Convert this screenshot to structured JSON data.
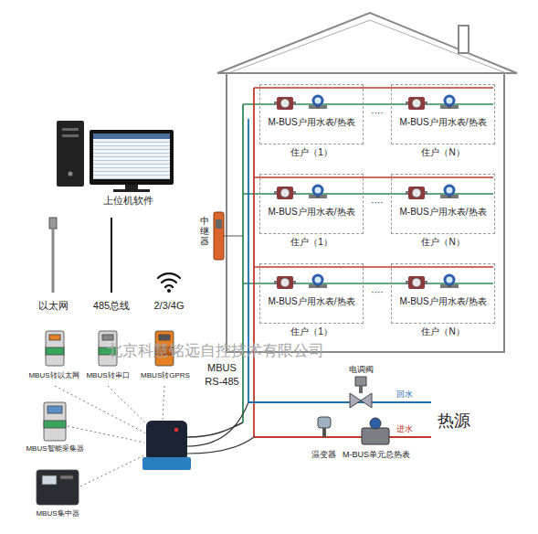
{
  "diagram": {
    "nodes": [
      {
        "text": [
          "M-BUS户用水表/热表",
          "住户（1）"
        ]
      },
      {
        "text": [
          "M-BUS户用水表/热表",
          "住户（N）"
        ]
      },
      {
        "text": [
          "M-BUS户用水表/热表",
          "住户（1）"
        ]
      },
      {
        "text": [
          "M-BUS户用水表/热表",
          "住户（N）"
        ]
      },
      {
        "text": [
          "M-BUS户用水表/热表",
          "住户（1）"
        ]
      },
      {
        "text": [
          "M-BUS户用水表/热表",
          "住户（N）"
        ]
      }
    ],
    "labels": [
      "上位机软件",
      "以太网",
      "485总线",
      "2/3/4G",
      "MBUS转以太网",
      "MBUS转串口",
      "MBUS转GPRS",
      "MBUS智能采集器",
      "MBUS集中器",
      "中继器",
      "MBUS",
      "RS-485",
      "电调阀",
      "回水",
      "进水",
      "热源",
      "温变器",
      "M-BUS单元总热表",
      "····",
      "····",
      "····",
      "北京科慧铭远自控技术有限公司"
    ]
  }
}
